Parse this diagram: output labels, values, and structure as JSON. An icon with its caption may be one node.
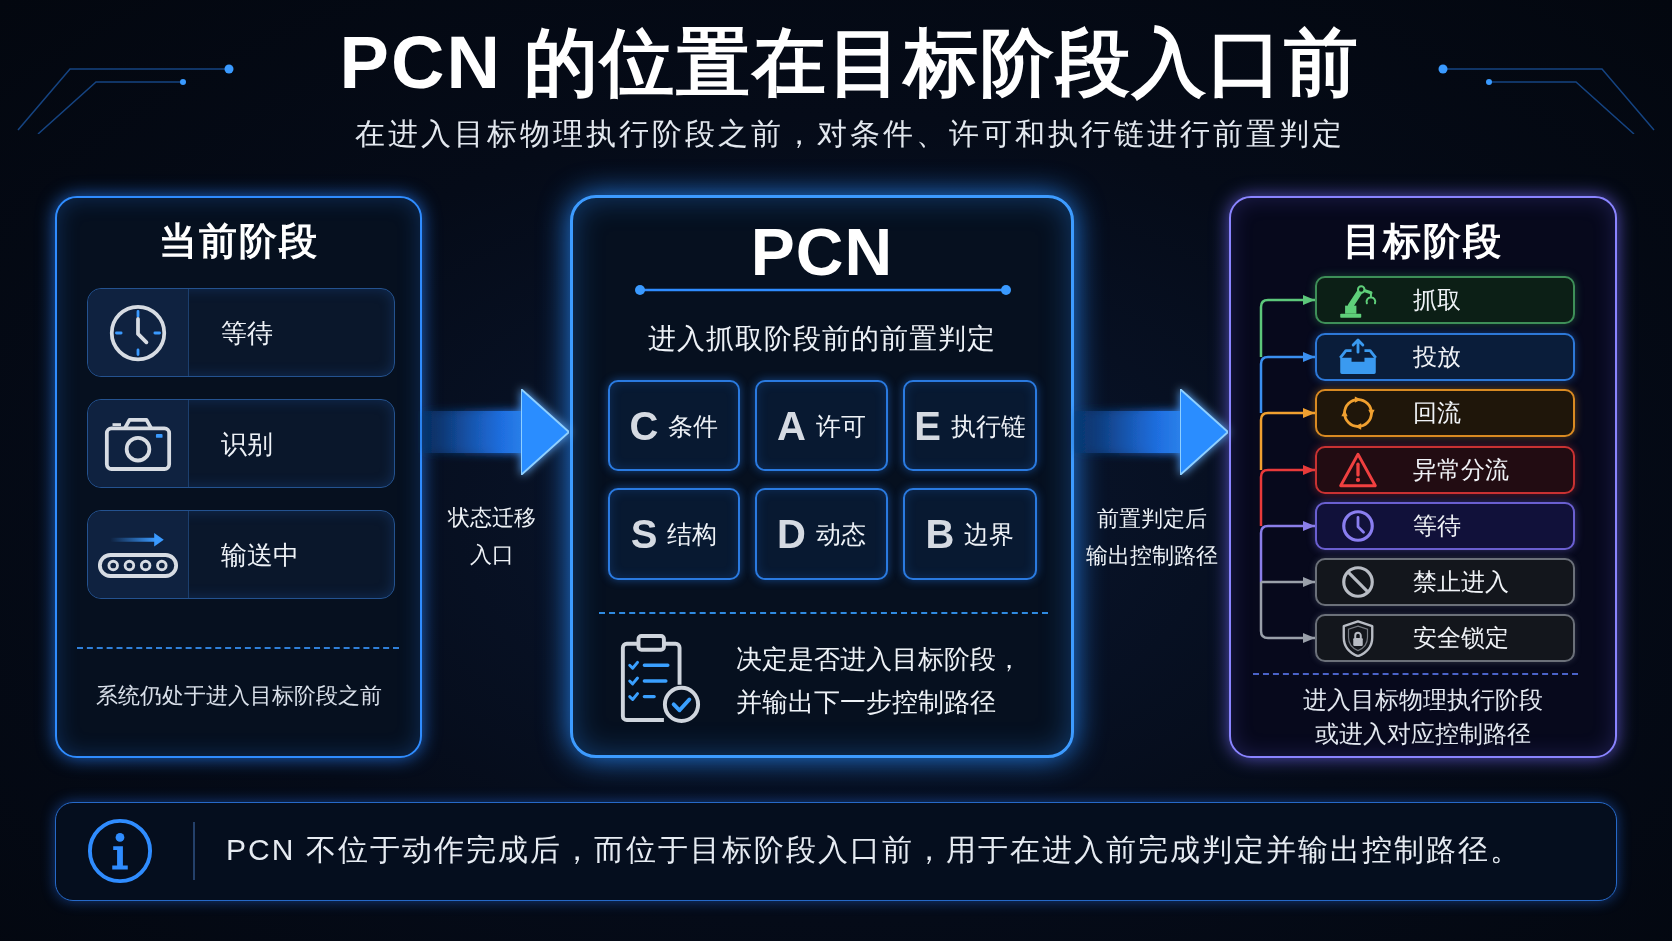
{
  "diagram": {
    "title": "PCN 的位置在目标阶段入口前",
    "nodes": [
      {
        "text": [
          "当前阶段",
          "系统仍处于进入目标阶段之前"
        ]
      },
      {
        "text": [
          "等待"
        ],
        "in": 0
      },
      {
        "text": [
          "识别"
        ],
        "in": 0
      },
      {
        "text": [
          "输送中"
        ],
        "in": 0
      },
      {
        "text": [
          "PCN",
          "进入抓取阶段前的前置判定",
          "决定是否进入目标阶段，并输出下一步控制路径"
        ]
      },
      {
        "text": [
          "C",
          "条件"
        ],
        "in": 4
      },
      {
        "text": [
          "A",
          "许可"
        ],
        "in": 4
      },
      {
        "text": [
          "E",
          "执行链"
        ],
        "in": 4
      },
      {
        "text": [
          "S",
          "结构"
        ],
        "in": 4
      },
      {
        "text": [
          "D",
          "动态"
        ],
        "in": 4
      },
      {
        "text": [
          "B",
          "边界"
        ],
        "in": 4
      },
      {
        "text": [
          "目标阶段",
          "进入目标物理执行阶段或进入对应控制路径"
        ]
      },
      {
        "text": [
          "抓取"
        ],
        "in": 11
      },
      {
        "text": [
          "投放"
        ],
        "in": 11
      },
      {
        "text": [
          "回流"
        ],
        "in": 11
      },
      {
        "text": [
          "异常分流"
        ],
        "in": 11
      },
      {
        "text": [
          "等待"
        ],
        "in": 11
      },
      {
        "text": [
          "禁止进入"
        ],
        "in": 11
      },
      {
        "text": [
          "安全锁定"
        ],
        "in": 11
      },
      {
        "text": [
          "PCN 不位于动作完成后，而位于目标阶段入口前，用于在进入前完成判定并输出控制路径。"
        ]
      }
    ],
    "edges": [
      {
        "from": 0,
        "to": 4,
        "arrow": "to",
        "label": "状态迁移入口",
        "style": "thick"
      },
      {
        "from": 4,
        "to": 11,
        "arrow": "to",
        "label": "前置判定后输出控制路径",
        "style": "thick"
      },
      {
        "from": null,
        "to": 12,
        "arrow": "to",
        "color": "#5cc77a"
      },
      {
        "from": null,
        "to": 13,
        "arrow": "to",
        "color": "#3a8ff0"
      },
      {
        "from": null,
        "to": 14,
        "arrow": "to",
        "color": "#f0a030"
      },
      {
        "from": null,
        "to": 15,
        "arrow": "to",
        "color": "#e83a3a"
      },
      {
        "from": null,
        "to": 16,
        "arrow": "to",
        "color": "#8a7ee8"
      },
      {
        "from": null,
        "to": 17,
        "arrow": "to",
        "color": "#9aa0aa"
      },
      {
        "from": null,
        "to": 18,
        "arrow": "to",
        "color": "#9aa0aa"
      }
    ],
    "labels": [
      "在进入目标物理执行阶段之前，对条件、许可和执行链进行前置判定"
    ]
  }
}
